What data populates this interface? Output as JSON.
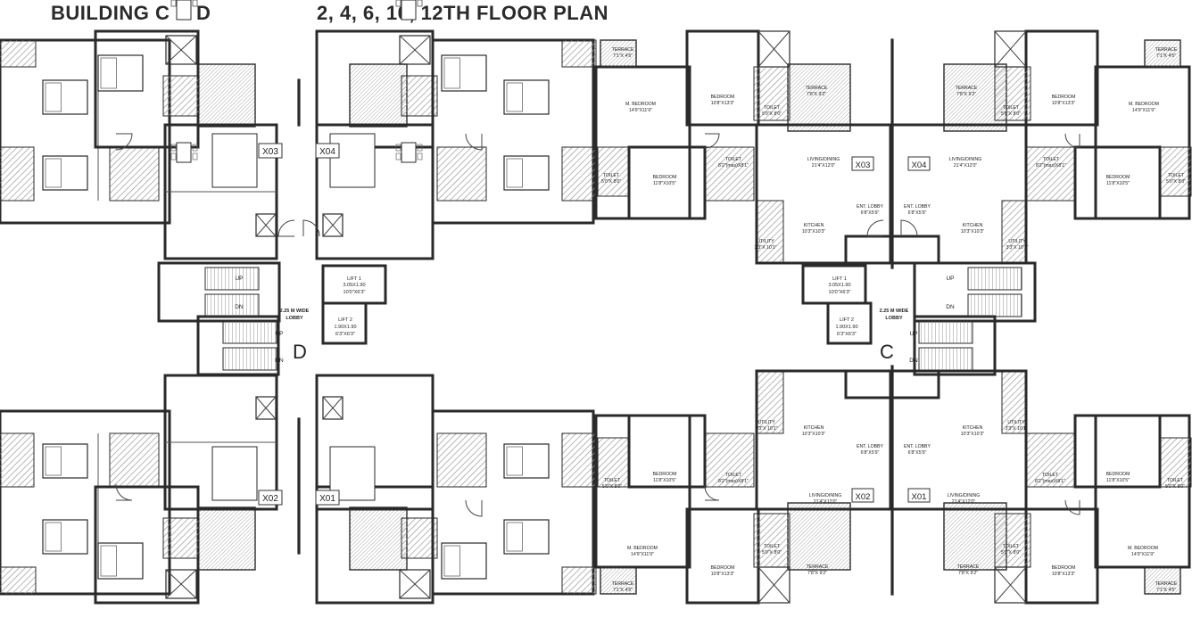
{
  "title": {
    "building": "BUILDING   C & D",
    "floors": "2, 4, 6, 10, 12TH  FLOOR PLAN"
  },
  "colors": {
    "wall": "#2a2a2a",
    "hatch": "#9a9a9a",
    "line": "#555555",
    "bg": "#ffffff"
  },
  "building_d": {
    "label": "D",
    "lobby": [
      "2.25 M WIDE",
      "LOBBY"
    ],
    "lift1": [
      "LIFT 1",
      "3.05X1.90",
      "10'0\"X6'3\""
    ],
    "lift2": [
      "LIFT 2",
      "1.90X1.90",
      "6'3\"X6'3\""
    ],
    "stairs": [
      "UP",
      "DN",
      "UP",
      "DN"
    ],
    "flats": [
      "X03",
      "X04",
      "X02",
      "X01"
    ]
  },
  "building_c": {
    "label": "C",
    "lobby": [
      "2.25 M WIDE",
      "LOBBY"
    ],
    "lift1": [
      "LIFT 1",
      "3.05X1.90",
      "10'0\"X6'3\""
    ],
    "lift2": [
      "LIFT 2",
      "1.90X1.90",
      "6'3\"X6'3\""
    ],
    "stairs": [
      "UP",
      "DN",
      "UP",
      "DN"
    ],
    "flats": [
      {
        "id": "X03",
        "rooms": [
          [
            "TERRACE",
            "7'1\"X 4'5\""
          ],
          [
            "M. BEDROOM",
            "14'9\"X11'9\""
          ],
          [
            "BEDROOM",
            "10'8\"X13'3\""
          ],
          [
            "TOILET",
            "5'0\"X 8'0\""
          ],
          [
            "TERRACE",
            "7'8\"X 9'2\""
          ],
          [
            "TOILET",
            "5'0\"X 8'0\""
          ],
          [
            "BEDROOM",
            "11'8\"X10'5\""
          ],
          [
            "TOILET",
            "8'2\"(max)X8'1\""
          ],
          [
            "LIVING/DINING",
            "21'4\"X12'0\""
          ],
          [
            "UTILITY",
            "3'3\"X 10'1\""
          ],
          [
            "KITCHEN",
            "10'3\"X10'3\""
          ],
          [
            "ENT. LOBBY",
            "6'8\"X5'9\""
          ]
        ]
      },
      {
        "id": "X04",
        "rooms": [
          [
            "TERRACE",
            "7'1\"X 4'5\""
          ],
          [
            "TERRACE",
            "7'8\"X 9'2\""
          ],
          [
            "TOILET",
            "5'0\"X 8'0\""
          ],
          [
            "BEDROOM",
            "10'8\"X13'3\""
          ],
          [
            "M. BEDROOM",
            "14'9\"X11'9\""
          ],
          [
            "LIVING/DINING",
            "21'4\"X12'0\""
          ],
          [
            "TOILET",
            "8'2\"(max)X8'1\""
          ],
          [
            "BEDROOM",
            "11'8\"X10'5\""
          ],
          [
            "TOILET",
            "5'0\"X 8'0\""
          ],
          [
            "ENT. LOBBY",
            "6'8\"X5'9\""
          ],
          [
            "KITCHEN",
            "10'3\"X10'3\""
          ],
          [
            "UTILITY",
            "3'3\"X 10'1\""
          ]
        ]
      },
      {
        "id": "X02",
        "rooms": [
          [
            "UTILITY",
            "3'3\"X 10'1\""
          ],
          [
            "KITCHEN",
            "10'3\"X10'3\""
          ],
          [
            "ENT. LOBBY",
            "6'8\"X5'9\""
          ],
          [
            "TOILET",
            "5'0\"X 8'0\""
          ],
          [
            "BEDROOM",
            "11'8\"X10'5\""
          ],
          [
            "TOILET",
            "8'2\"(max)X8'1\""
          ],
          [
            "LIVING/DINING",
            "21'4\"X12'0\""
          ],
          [
            "M. BEDROOM",
            "14'9\"X11'9\""
          ],
          [
            "TOILET",
            "5'0\"X 8'0\""
          ],
          [
            "BEDROOM",
            "10'8\"X13'3\""
          ],
          [
            "TERRACE",
            "7'8\"X 9'2\""
          ],
          [
            "TERRACE",
            "7'1\"X 4'5\""
          ]
        ]
      },
      {
        "id": "X01",
        "rooms": [
          [
            "ENT. LOBBY",
            "6'8\"X5'9\""
          ],
          [
            "KITCHEN",
            "10'3\"X10'3\""
          ],
          [
            "UTILITY",
            "3'3\"X 10'1\""
          ],
          [
            "LIVING/DINING",
            "21'4\"X12'0\""
          ],
          [
            "TOILET",
            "8'2\"(max)X8'1\""
          ],
          [
            "BEDROOM",
            "11'8\"X10'5\""
          ],
          [
            "TOILET",
            "5'0\"X 8'0\""
          ],
          [
            "TERRACE",
            "7'8\"X 9'2\""
          ],
          [
            "TOILET",
            "5'0\"X 8'0\""
          ],
          [
            "BEDROOM",
            "10'8\"X13'3\""
          ],
          [
            "M. BEDROOM",
            "14'9\"X11'9\""
          ],
          [
            "TERRACE",
            "7'1\"X 4'5\""
          ]
        ]
      }
    ]
  }
}
